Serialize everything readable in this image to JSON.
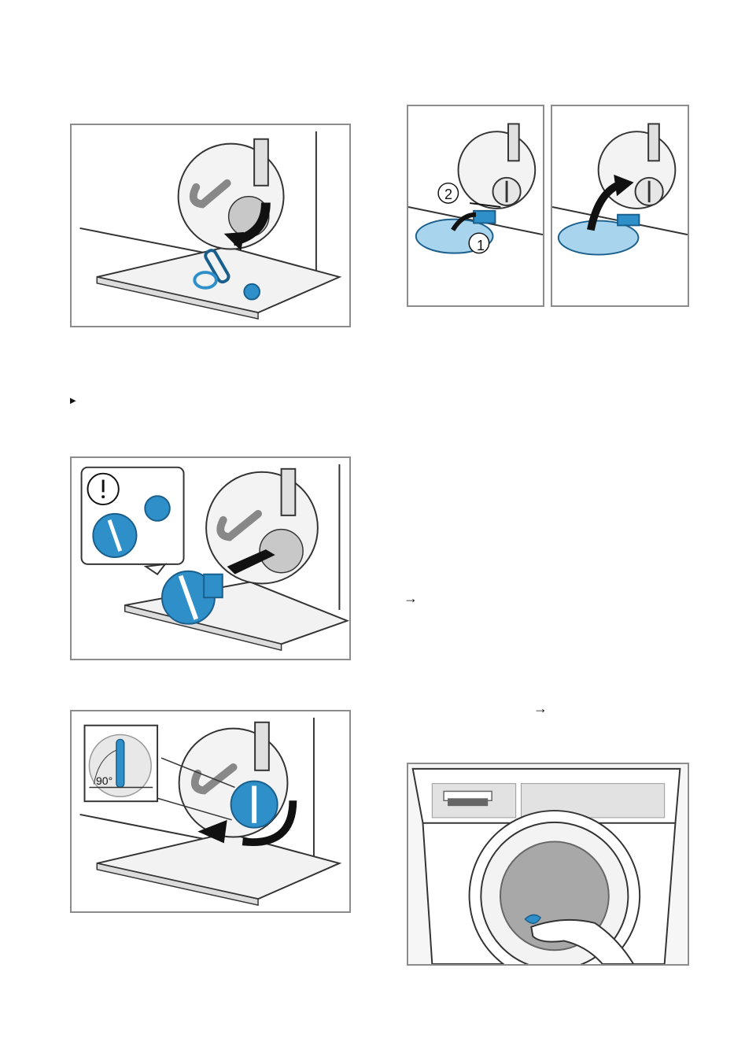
{
  "figure_labels": {
    "step_1": "1",
    "step_2": "2",
    "angle": "90°"
  },
  "markers": {
    "bullet": "▶",
    "arrow_1": "→",
    "arrow_2": "→"
  },
  "colors": {
    "accent_blue": "#2f8fc9",
    "accent_blue_dark": "#1a5f8c",
    "light_blue": "#a8d4ee",
    "line_gray": "#555555",
    "fill_gray": "#d0d0d0",
    "panel_border": "#8c8c8c"
  }
}
